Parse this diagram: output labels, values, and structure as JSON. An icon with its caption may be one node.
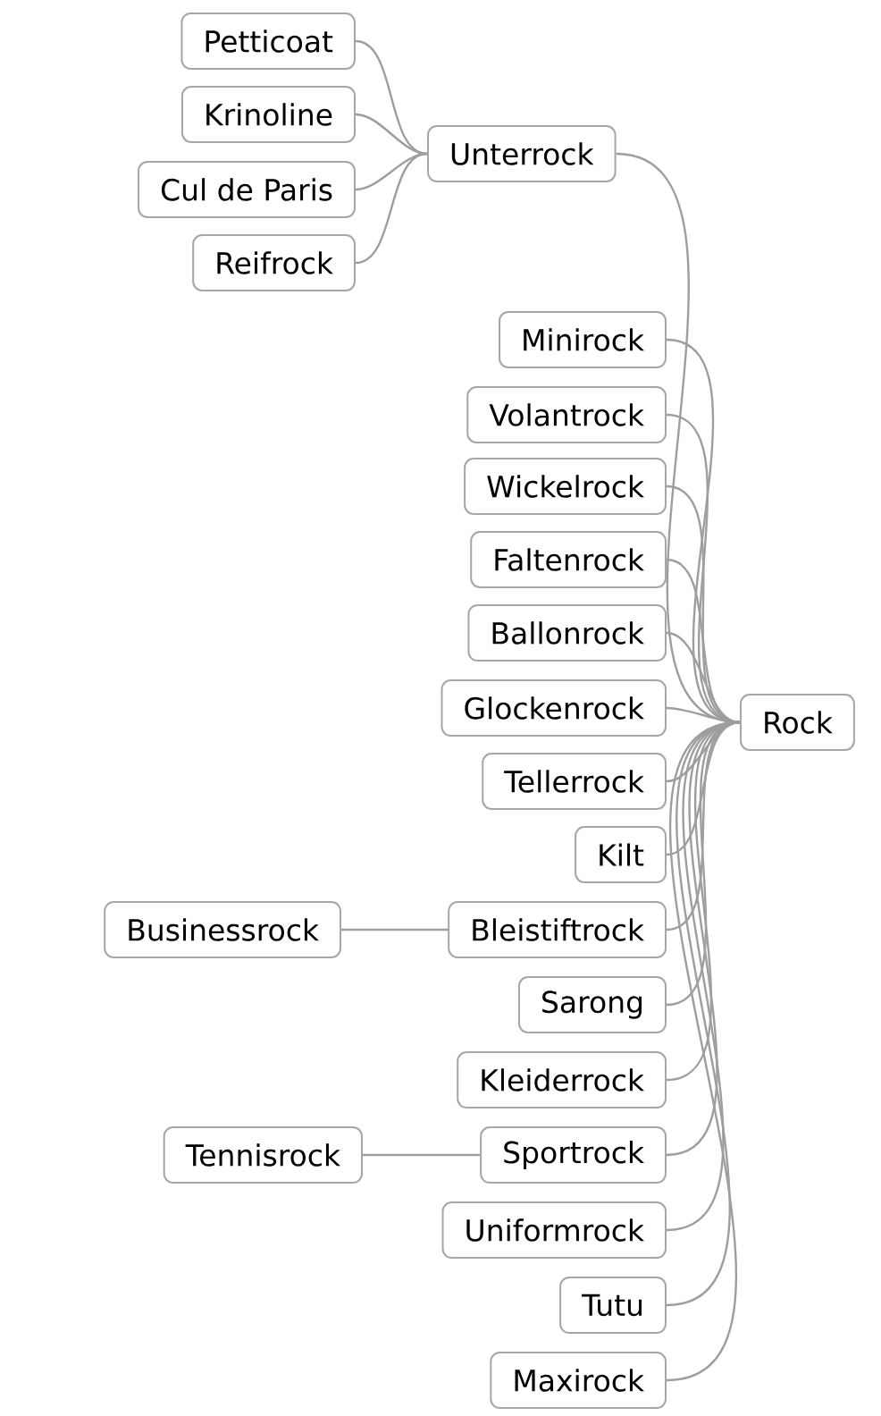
{
  "diagram": {
    "nodes": [
      {
        "text": [
          "Petticoat"
        ]
      },
      {
        "text": [
          "Krinoline"
        ]
      },
      {
        "text": [
          "Unterrock"
        ]
      },
      {
        "text": [
          "Cul de Paris"
        ]
      },
      {
        "text": [
          "Reifrock"
        ]
      },
      {
        "text": [
          "Minirock"
        ]
      },
      {
        "text": [
          "Volantrock"
        ]
      },
      {
        "text": [
          "Wickelrock"
        ]
      },
      {
        "text": [
          "Faltenrock"
        ]
      },
      {
        "text": [
          "Ballonrock"
        ]
      },
      {
        "text": [
          "Glockenrock"
        ]
      },
      {
        "text": [
          "Rock"
        ]
      },
      {
        "text": [
          "Tellerrock"
        ]
      },
      {
        "text": [
          "Kilt"
        ]
      },
      {
        "text": [
          "Businessrock"
        ]
      },
      {
        "text": [
          "Bleistiftrock"
        ]
      },
      {
        "text": [
          "Sarong"
        ]
      },
      {
        "text": [
          "Kleiderrock"
        ]
      },
      {
        "text": [
          "Tennisrock"
        ]
      },
      {
        "text": [
          "Sportrock"
        ]
      },
      {
        "text": [
          "Uniformrock"
        ]
      },
      {
        "text": [
          "Tutu"
        ]
      },
      {
        "text": [
          "Maxirock"
        ]
      }
    ],
    "edges": [
      {
        "from": 11,
        "to": 2,
        "arrow": "none"
      },
      {
        "from": 2,
        "to": 0,
        "arrow": "none"
      },
      {
        "from": 2,
        "to": 1,
        "arrow": "none"
      },
      {
        "from": 2,
        "to": 3,
        "arrow": "none"
      },
      {
        "from": 2,
        "to": 4,
        "arrow": "none"
      },
      {
        "from": 11,
        "to": 5,
        "arrow": "none"
      },
      {
        "from": 11,
        "to": 6,
        "arrow": "none"
      },
      {
        "from": 11,
        "to": 7,
        "arrow": "none"
      },
      {
        "from": 11,
        "to": 8,
        "arrow": "none"
      },
      {
        "from": 11,
        "to": 9,
        "arrow": "none"
      },
      {
        "from": 11,
        "to": 10,
        "arrow": "none"
      },
      {
        "from": 11,
        "to": 12,
        "arrow": "none"
      },
      {
        "from": 11,
        "to": 13,
        "arrow": "none"
      },
      {
        "from": 11,
        "to": 15,
        "arrow": "none"
      },
      {
        "from": 15,
        "to": 14,
        "arrow": "none"
      },
      {
        "from": 11,
        "to": 16,
        "arrow": "none"
      },
      {
        "from": 11,
        "to": 17,
        "arrow": "none"
      },
      {
        "from": 11,
        "to": 19,
        "arrow": "none"
      },
      {
        "from": 19,
        "to": 18,
        "arrow": "none"
      },
      {
        "from": 11,
        "to": 20,
        "arrow": "none"
      },
      {
        "from": 11,
        "to": 21,
        "arrow": "none"
      },
      {
        "from": 11,
        "to": 22,
        "arrow": "none"
      }
    ]
  }
}
